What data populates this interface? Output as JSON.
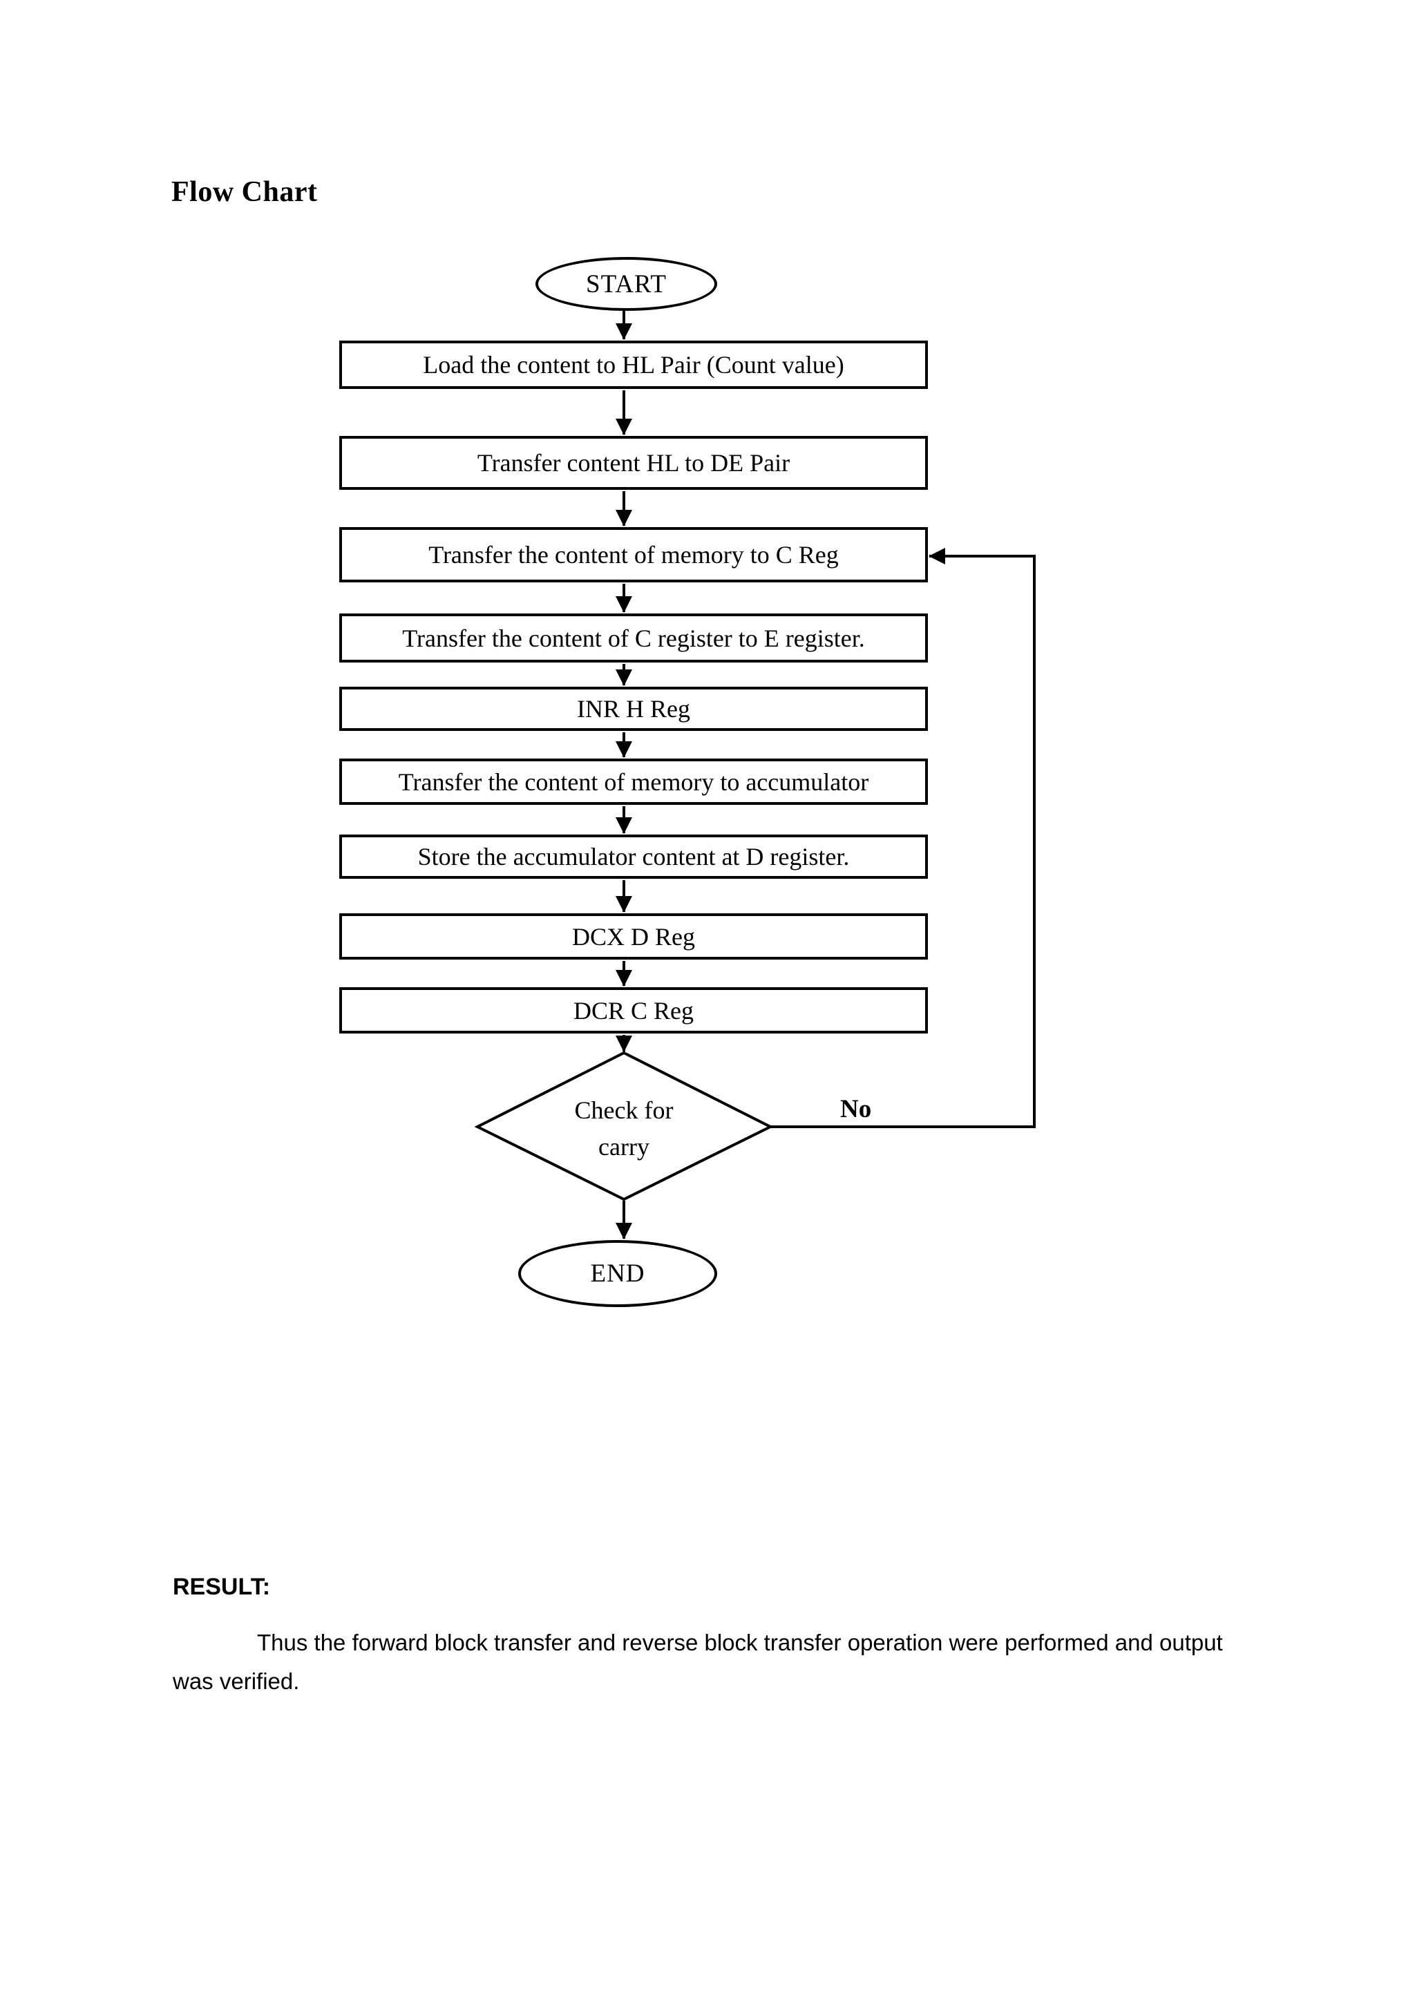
{
  "document": {
    "title": "Flow Chart",
    "result": {
      "heading": "RESULT:",
      "body": "Thus the forward block transfer and reverse block transfer operation were performed and output was verified."
    }
  },
  "flowchart": {
    "start_label": "START",
    "end_label": "END",
    "steps": [
      "Load the content to HL Pair (Count value)",
      "Transfer content HL to DE Pair",
      "Transfer the content of memory to C Reg",
      "Transfer the content of C register to E register.",
      "INR H Reg",
      "Transfer the content of memory to accumulator",
      "Store the accumulator content at D register.",
      "DCX D Reg",
      "DCR C Reg"
    ],
    "decision": {
      "label_line1": "Check for",
      "label_line2": "carry",
      "no_branch_label": "No"
    },
    "colors": {
      "line": "#000000",
      "fill": "#ffffff"
    }
  }
}
